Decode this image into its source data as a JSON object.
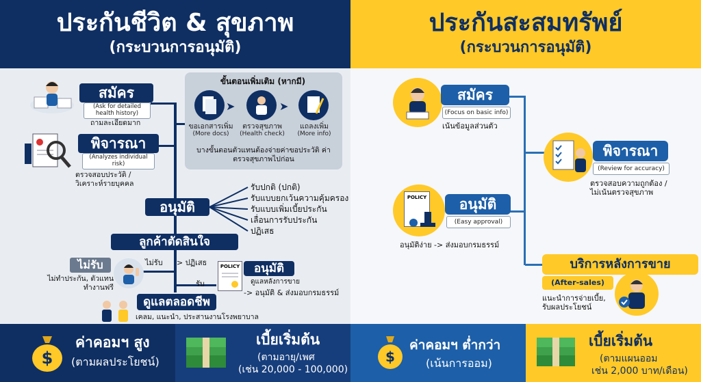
{
  "left_header": {
    "title": "ประกันชีวิต & สุขภาพ",
    "subtitle": "(กระบวนการอนุมัติ)"
  },
  "right_header": {
    "title": "ประกันสะสมทรัพย์",
    "subtitle": "(กระบวนการอนุมัติ)"
  },
  "left_flow": {
    "apply": {
      "label": "สมัคร",
      "sub": "(Ask for detailed health history)",
      "note": "ถามละเอียดมาก"
    },
    "consider": {
      "label": "พิจารณา",
      "sub": "(Analyzes individual risk)",
      "note": "ตรวจสอบประวัติ / วิเคราะห์รายบุคคล"
    },
    "extra_steps": {
      "title": "ขั้นตอนเพิ่มเติม (หากมี)",
      "steps": [
        {
          "label": "ขอเอกสารเพิ่ม",
          "sub": "(More docs)"
        },
        {
          "label": "ตรวจสุขภาพ",
          "sub": "(Health check)"
        },
        {
          "label": "แถลงเพิ่ม",
          "sub": "(More info)"
        }
      ],
      "note": "บางขั้นตอนตัวแทนต้องจ่ายค่าขอประวัติ ค่าตรวจสุขภาพไปก่อน"
    },
    "approve": {
      "label": "อนุมัติ"
    },
    "outcomes": [
      "รับปกติ (ปกติ)",
      "รับแบบยกเว้นความคุ้มครอง",
      "รับแบบเพิ่มเบี้ยประกัน",
      "เลื่อนการรับประกัน",
      "ปฏิเสธ"
    ],
    "customer_decides": {
      "label": "ลูกค้าตัดสินใจ"
    },
    "not_accept": {
      "label": "ไม่รับ",
      "note": "ไม่ทำประกัน, ตัวแทนทำงานฟรี"
    },
    "branch_not_accept": "ไม่รับ",
    "branch_reject": "> ปฏิเสธ",
    "branch_accept": "รับ",
    "approve2": {
      "label": "อนุมัติ",
      "note1": "ดูแลหลังการขาย",
      "note2": "-> อนุมัติ & ส่งมอบกรมธรรม์"
    },
    "lifelong": {
      "label": "ดูแลตลอดชีพ",
      "note": "เคลม, แนะนำ, ประสานงานโรงพยาบาล"
    },
    "policy_text": "POLICY"
  },
  "right_flow": {
    "apply": {
      "label": "สมัคร",
      "sub": "(Focus on basic info)",
      "note": "เน้นข้อมูลส่วนตัว"
    },
    "consider": {
      "label": "พิจารณา",
      "sub": "(Review for accuracy)",
      "note": "ตรวจสอบความถูกต้อง / ไม่เน้นตรวจสุขภาพ"
    },
    "approve": {
      "label": "อนุมัติ",
      "sub": "(Easy approval)",
      "note": "อนุมัติง่าย -> ส่งมอบกรมธรรม์"
    },
    "after_sales": {
      "label": "บริการหลังการขาย",
      "sub": "(After-sales)",
      "note": "แนะนำการจ่ายเบี้ย, รับผลประโยชน์"
    },
    "policy_text": "POLICY"
  },
  "footer": {
    "left_commission": {
      "title": "ค่าคอมฯ สูง",
      "sub": "(ตามผลประโยชน์)"
    },
    "left_premium": {
      "title": "เบี้ยเริ่มต้น",
      "sub1": "(ตามอายุ/เพศ",
      "sub2": "(เช่น 20,000 - 100,000)"
    },
    "right_commission": {
      "title": "ค่าคอมฯ ต่ำกว่า",
      "sub": "(เน้นการออม)"
    },
    "right_premium": {
      "title": "เบี้ยเริ่มต้น",
      "sub1": "(ตามแผนออม",
      "sub2": "เช่น 2,000 บาท/เดือน)"
    },
    "dollar": "$"
  },
  "colors": {
    "navy": "#0f2f63",
    "yellow": "#ffc928",
    "blue": "#1d5fa8"
  }
}
